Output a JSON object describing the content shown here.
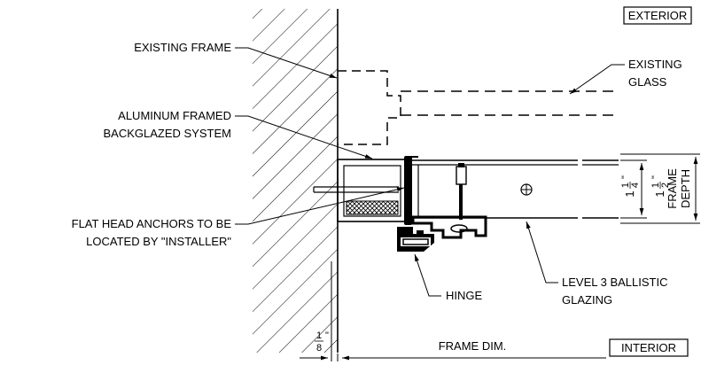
{
  "labels": {
    "exterior": "EXTERIOR",
    "interior": "INTERIOR",
    "existing_frame": "EXISTING FRAME",
    "existing_glass_1": "EXISTING",
    "existing_glass_2": "GLASS",
    "aluminum_1": "ALUMINUM FRAMED",
    "aluminum_2": "BACKGLAZED SYSTEM",
    "anchors_1": "FLAT HEAD ANCHORS TO BE",
    "anchors_2": "LOCATED BY \"INSTALLER\"",
    "hinge": "HINGE",
    "glazing_1": "LEVEL 3 BALLISTIC",
    "glazing_2": "GLAZING",
    "frame_dim": "FRAME DIM.",
    "frame_depth_1": "FRAME",
    "frame_depth_2": "DEPTH"
  },
  "dims": {
    "one_quarter": {
      "whole": "1",
      "num": "1",
      "den": "4",
      "inch": "\""
    },
    "one_half": {
      "whole": "1",
      "num": "1",
      "den": "2",
      "inch": "\""
    },
    "one_eighth": {
      "num": "1",
      "den": "8",
      "inch": "\""
    }
  },
  "colors": {
    "line": "#000000",
    "background": "#ffffff"
  }
}
